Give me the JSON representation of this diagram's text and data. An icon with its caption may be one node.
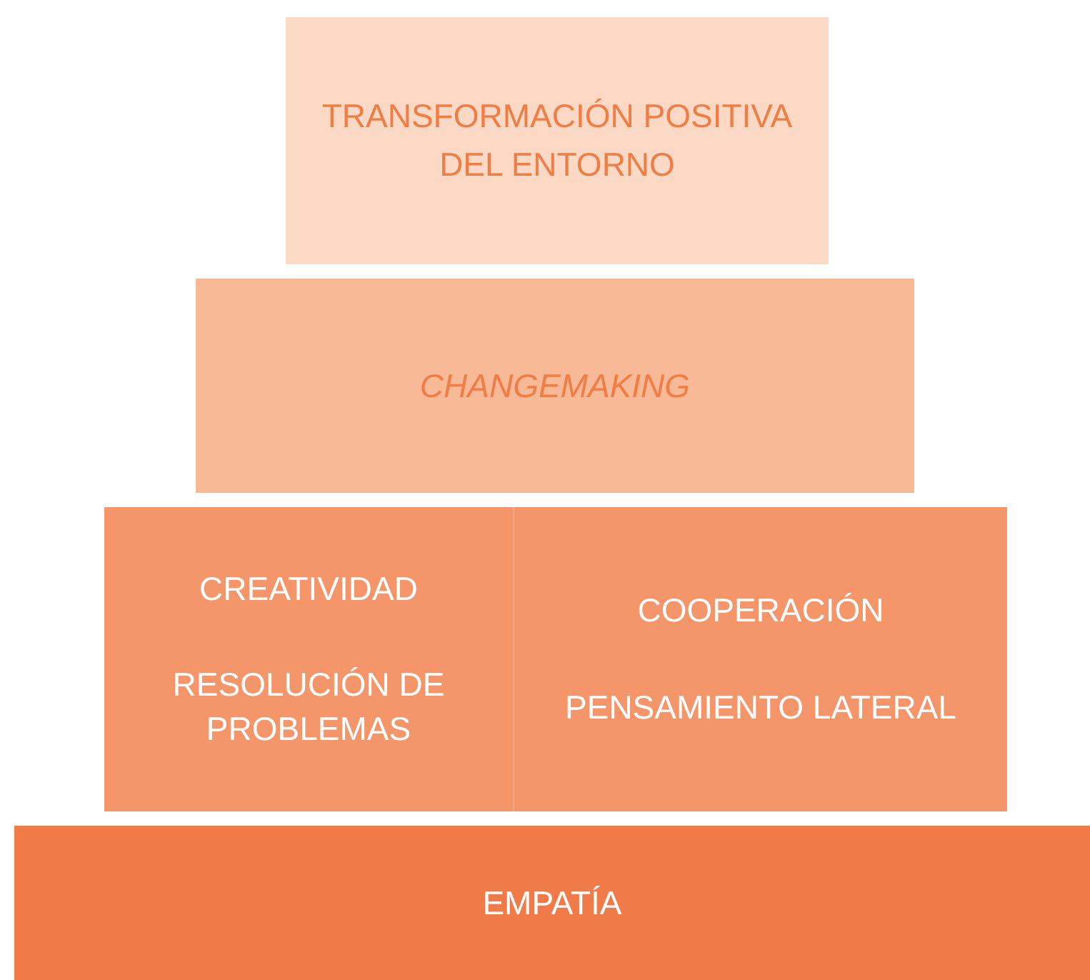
{
  "diagram": {
    "nodes": [
      {
        "text": [
          "TRANSFORMACIÓN POSITIVA DEL ENTORNO"
        ]
      },
      {
        "text": [
          "CHANGEMAKING"
        ]
      },
      {
        "text": [
          "CREATIVIDAD",
          "RESOLUCIÓN DE PROBLEMAS"
        ]
      },
      {
        "text": [
          "COOPERACIÓN",
          "PENSAMIENTO LATERAL"
        ]
      },
      {
        "text": [
          "EMPATÍA"
        ]
      }
    ]
  }
}
